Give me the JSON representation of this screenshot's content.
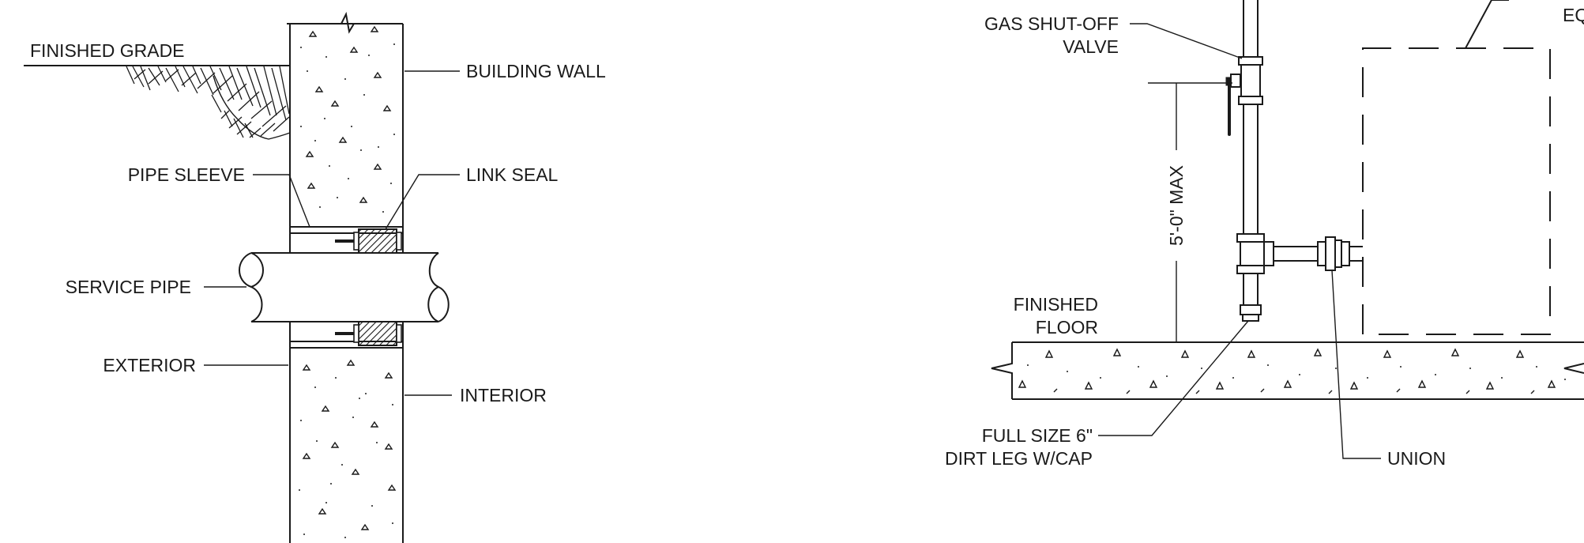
{
  "left_detail": {
    "labels": {
      "finished_grade": "FINISHED GRADE",
      "building_wall": "BUILDING WALL",
      "pipe_sleeve": "PIPE SLEEVE",
      "link_seal": "LINK SEAL",
      "service_pipe": "SERVICE PIPE",
      "exterior": "EXTERIOR",
      "interior": "INTERIOR"
    }
  },
  "right_detail": {
    "labels": {
      "gas_valve_line1": "GAS SHUT-OFF",
      "gas_valve_line2": "VALVE",
      "dimension": "5'-0\" MAX",
      "finished_floor_line1": "FINISHED",
      "finished_floor_line2": "FLOOR",
      "dirt_leg_line1": "FULL SIZE 6\"",
      "dirt_leg_line2": "DIRT LEG W/CAP",
      "union": "UNION",
      "equipment_partial": "EQU"
    }
  }
}
